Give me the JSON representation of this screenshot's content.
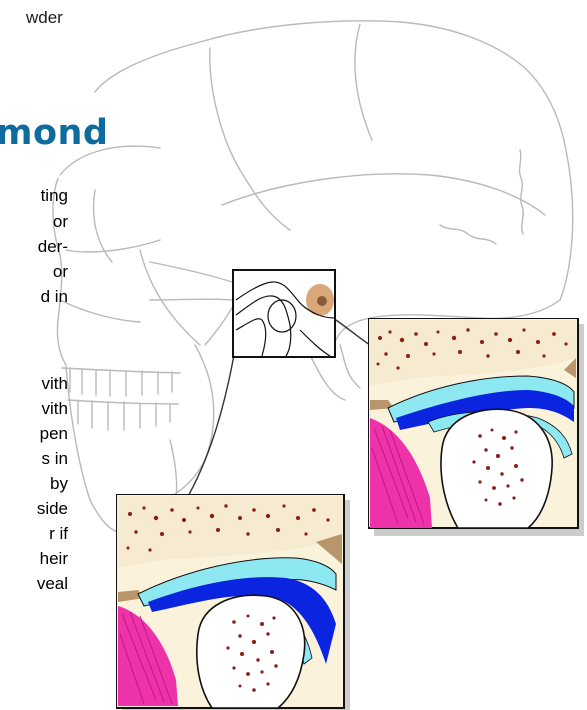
{
  "top_fragment": "wder",
  "heading": "mond",
  "paragraph_1_lines": [
    "ting",
    "or",
    "der-",
    "or",
    "d in"
  ],
  "paragraph_2_lines": [
    "vith",
    "vith",
    "pen",
    "s in",
    "by",
    "side",
    "r if",
    "heir",
    "veal"
  ],
  "colors": {
    "heading": "#0e6b9d",
    "cartilage_light": "#8ee8f2",
    "cartilage_dark": "#0a24e0",
    "muscle": "#ee33aa",
    "bone_speckle": "#8a1e16",
    "cream": "#fbf2dc",
    "tan": "#b8956b"
  }
}
